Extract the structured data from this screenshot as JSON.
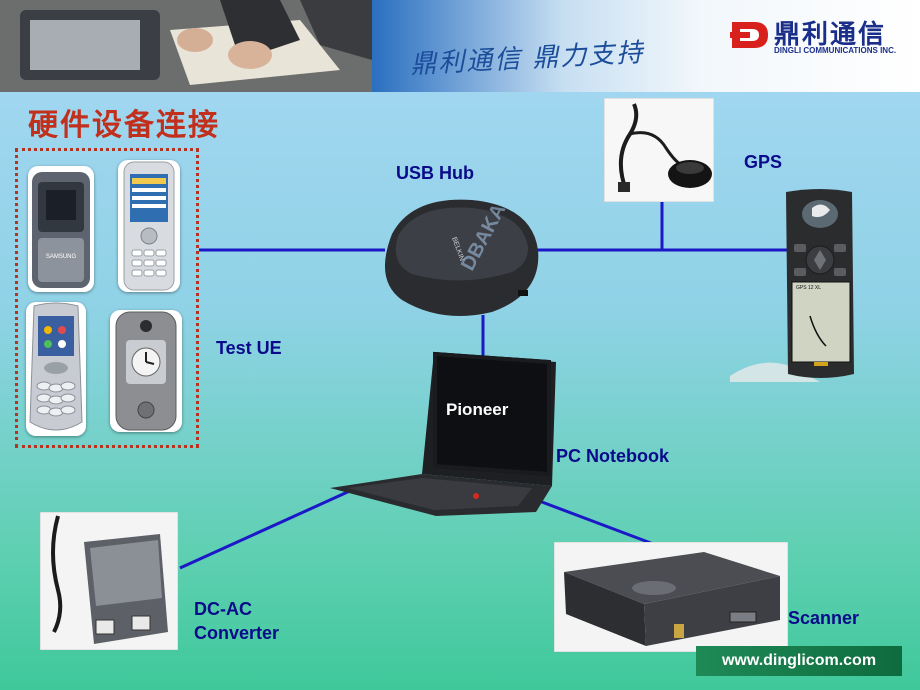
{
  "header": {
    "slogan": "鼎利通信 鼎力支持",
    "company_name": "鼎利通信",
    "company_name_en": "DINGLI COMMUNICATIONS INC."
  },
  "page_title": "硬件设备连接",
  "labels": {
    "usb_hub": "USB Hub",
    "gps": "GPS",
    "test_ue": "Test UE",
    "pioneer": "Pioneer",
    "pc_notebook": "PC Notebook",
    "dc_ac_line1": "DC-AC",
    "dc_ac_line2": "Converter",
    "scanner": "Scanner"
  },
  "device_text": {
    "hub_brand": "BELKIN",
    "hub_watermark": "DBAKA",
    "phone1_brand": "SAMSUNG",
    "gps_model": "GPS 12 XL"
  },
  "footer": {
    "url": "www.dinglicom.com"
  },
  "colors": {
    "connection_line": "#1c18c8",
    "title": "#c0301c",
    "label": "#0a0a8a",
    "ue_border": "#b8321d"
  }
}
